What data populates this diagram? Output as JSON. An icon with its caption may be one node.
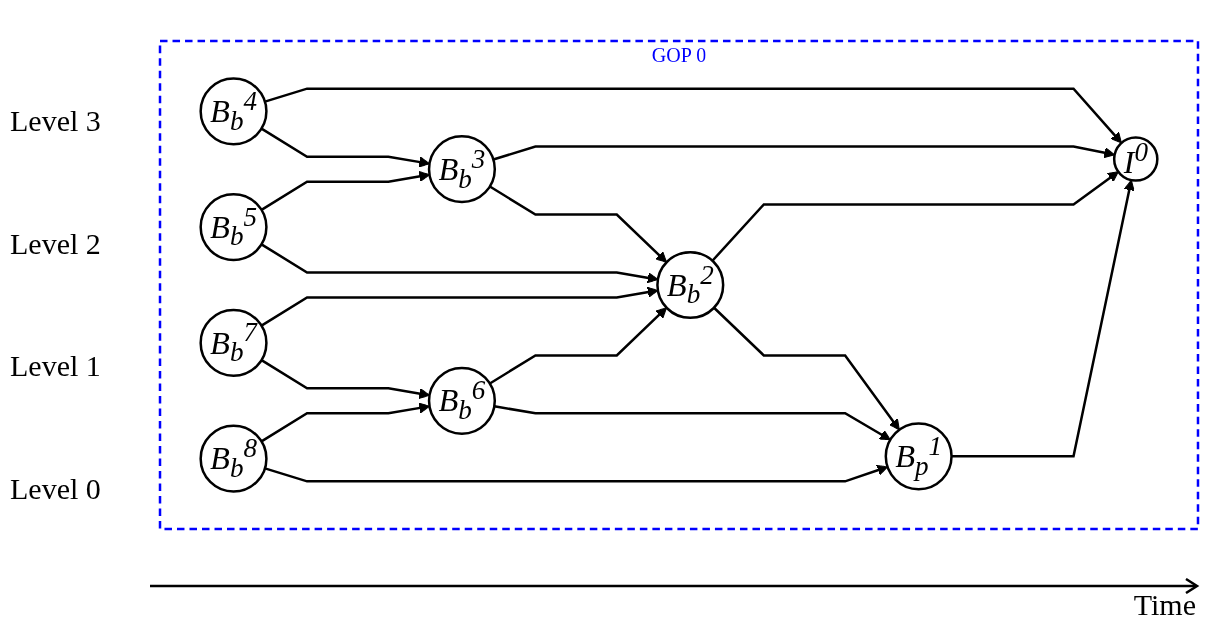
{
  "diagram": {
    "nodes": [
      {
        "text": [
          "GOP 0"
        ]
      },
      {
        "text": [
          "B$_{b}$$^{4}$"
        ],
        "in": 0
      },
      {
        "text": [
          "B$_{b}$$^{5}$"
        ],
        "in": 0
      },
      {
        "text": [
          "B$_{b}$$^{7}$"
        ],
        "in": 0
      },
      {
        "text": [
          "B$_{b}$$^{8}$"
        ],
        "in": 0
      },
      {
        "text": [
          "B$_{b}$$^{3}$"
        ],
        "in": 0
      },
      {
        "text": [
          "B$_{b}$$^{6}$"
        ],
        "in": 0
      },
      {
        "text": [
          "B$_{b}$$^{2}$"
        ],
        "in": 0
      },
      {
        "text": [
          "I$^{0}$"
        ],
        "in": 0
      },
      {
        "text": [
          "B$_{p}$$^{1}$"
        ],
        "in": 0
      }
    ],
    "edges": [
      {
        "from": 1,
        "to": 8,
        "arrow": "to"
      },
      {
        "from": 1,
        "to": 5,
        "arrow": "to"
      },
      {
        "from": 2,
        "to": 5,
        "arrow": "to"
      },
      {
        "from": 2,
        "to": 7,
        "arrow": "to"
      },
      {
        "from": 3,
        "to": 7,
        "arrow": "to"
      },
      {
        "from": 3,
        "to": 6,
        "arrow": "to"
      },
      {
        "from": 4,
        "to": 6,
        "arrow": "to"
      },
      {
        "from": 4,
        "to": 9,
        "arrow": "to"
      },
      {
        "from": 5,
        "to": 8,
        "arrow": "to"
      },
      {
        "from": 5,
        "to": 7,
        "arrow": "to"
      },
      {
        "from": 6,
        "to": 7,
        "arrow": "to"
      },
      {
        "from": 6,
        "to": 9,
        "arrow": "to"
      },
      {
        "from": 7,
        "to": 8,
        "arrow": "to"
      },
      {
        "from": 7,
        "to": 9,
        "arrow": "to"
      },
      {
        "from": 9,
        "to": 8,
        "arrow": "to"
      }
    ],
    "labels": [
      "Level 3",
      "Level 2",
      "Level 1",
      "Level 0",
      "Time"
    ]
  }
}
